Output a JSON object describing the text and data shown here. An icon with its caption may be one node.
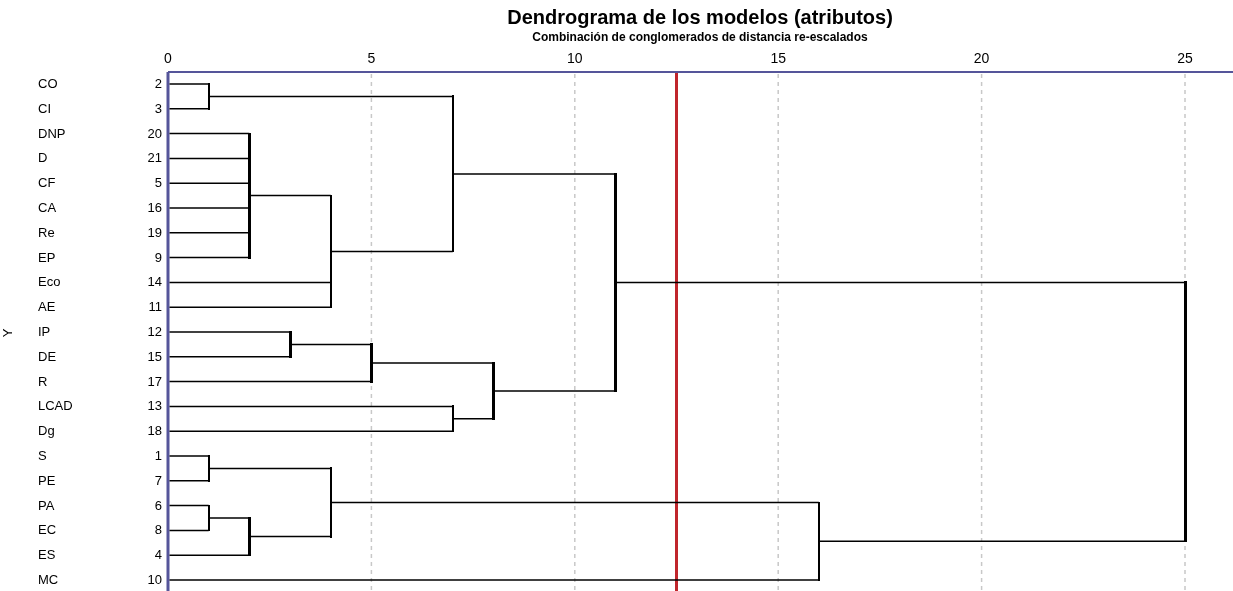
{
  "diagram": {
    "title": "Dendrograma de los modelos (atributos)",
    "nodes": [
      {
        "text": [
          "CO",
          "2"
        ]
      },
      {
        "text": [
          "CI",
          "3"
        ]
      },
      {
        "text": [
          "DNP",
          "20"
        ]
      },
      {
        "text": [
          "D",
          "21"
        ]
      },
      {
        "text": [
          "CF",
          "5"
        ]
      },
      {
        "text": [
          "CA",
          "16"
        ]
      },
      {
        "text": [
          "Re",
          "19"
        ]
      },
      {
        "text": [
          "EP",
          "9"
        ]
      },
      {
        "text": [
          "Eco",
          "14"
        ]
      },
      {
        "text": [
          "AE",
          "11"
        ]
      },
      {
        "text": [
          "IP",
          "12"
        ]
      },
      {
        "text": [
          "DE",
          "15"
        ]
      },
      {
        "text": [
          "R",
          "17"
        ]
      },
      {
        "text": [
          "LCAD",
          "13"
        ]
      },
      {
        "text": [
          "Dg",
          "18"
        ]
      },
      {
        "text": [
          "S",
          "1"
        ]
      },
      {
        "text": [
          "PE",
          "7"
        ]
      },
      {
        "text": [
          "PA",
          "6"
        ]
      },
      {
        "text": [
          "EC",
          "8"
        ]
      },
      {
        "text": [
          "ES",
          "4"
        ]
      },
      {
        "text": [
          "MC",
          "10"
        ]
      },
      {
        "text": [],
        "shape": "bar"
      },
      {
        "text": [],
        "shape": "bar"
      },
      {
        "text": [],
        "shape": "bar"
      },
      {
        "text": [],
        "shape": "bar"
      },
      {
        "text": [],
        "shape": "bar"
      },
      {
        "text": [],
        "shape": "bar"
      },
      {
        "text": [],
        "shape": "bar"
      },
      {
        "text": [],
        "shape": "bar"
      },
      {
        "text": [],
        "shape": "bar"
      },
      {
        "text": [],
        "shape": "bar"
      },
      {
        "text": [],
        "shape": "bar"
      },
      {
        "text": [],
        "shape": "bar"
      },
      {
        "text": [],
        "shape": "bar"
      },
      {
        "text": [],
        "shape": "bar"
      },
      {
        "text": [],
        "shape": "bar"
      }
    ],
    "edges": [
      {
        "from": 21,
        "to": 0,
        "arrow": "none"
      },
      {
        "from": 21,
        "to": 1,
        "arrow": "none"
      },
      {
        "from": 22,
        "to": 2,
        "arrow": "none"
      },
      {
        "from": 22,
        "to": 3,
        "arrow": "none"
      },
      {
        "from": 22,
        "to": 4,
        "arrow": "none"
      },
      {
        "from": 22,
        "to": 5,
        "arrow": "none"
      },
      {
        "from": 22,
        "to": 6,
        "arrow": "none"
      },
      {
        "from": 22,
        "to": 7,
        "arrow": "none"
      },
      {
        "from": 23,
        "to": 22,
        "arrow": "none"
      },
      {
        "from": 23,
        "to": 8,
        "arrow": "none"
      },
      {
        "from": 23,
        "to": 9,
        "arrow": "none"
      },
      {
        "from": 24,
        "to": 21,
        "arrow": "none"
      },
      {
        "from": 24,
        "to": 23,
        "arrow": "none"
      },
      {
        "from": 25,
        "to": 10,
        "arrow": "none"
      },
      {
        "from": 25,
        "to": 11,
        "arrow": "none"
      },
      {
        "from": 26,
        "to": 25,
        "arrow": "none"
      },
      {
        "from": 26,
        "to": 12,
        "arrow": "none"
      },
      {
        "from": 27,
        "to": 13,
        "arrow": "none"
      },
      {
        "from": 27,
        "to": 14,
        "arrow": "none"
      },
      {
        "from": 28,
        "to": 26,
        "arrow": "none"
      },
      {
        "from": 28,
        "to": 27,
        "arrow": "none"
      },
      {
        "from": 29,
        "to": 24,
        "arrow": "none"
      },
      {
        "from": 29,
        "to": 28,
        "arrow": "none"
      },
      {
        "from": 30,
        "to": 15,
        "arrow": "none"
      },
      {
        "from": 30,
        "to": 16,
        "arrow": "none"
      },
      {
        "from": 31,
        "to": 17,
        "arrow": "none"
      },
      {
        "from": 31,
        "to": 18,
        "arrow": "none"
      },
      {
        "from": 32,
        "to": 31,
        "arrow": "none"
      },
      {
        "from": 32,
        "to": 19,
        "arrow": "none"
      },
      {
        "from": 33,
        "to": 30,
        "arrow": "none"
      },
      {
        "from": 33,
        "to": 32,
        "arrow": "none"
      },
      {
        "from": 34,
        "to": 33,
        "arrow": "none"
      },
      {
        "from": 34,
        "to": 20,
        "arrow": "none"
      },
      {
        "from": 35,
        "to": 29,
        "arrow": "none"
      },
      {
        "from": 35,
        "to": 34,
        "arrow": "none"
      }
    ],
    "labels": [
      "Combinación de conglomerados de distancia re-escalados",
      "0",
      "5",
      "10",
      "15",
      "20",
      "25",
      "Y"
    ]
  }
}
